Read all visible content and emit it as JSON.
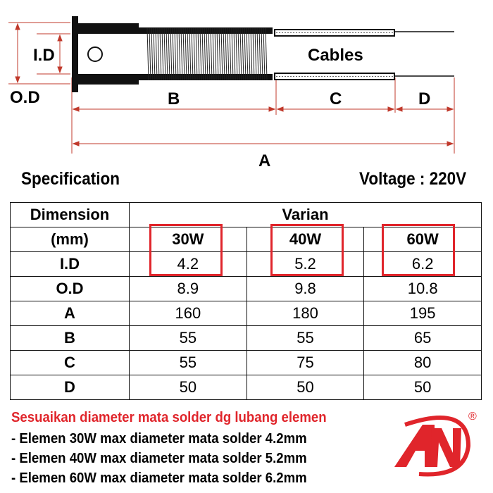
{
  "diagram": {
    "labels": {
      "id": "I.D",
      "od": "O.D",
      "cables": "Cables",
      "a": "A",
      "b": "B",
      "c": "C",
      "d": "D"
    }
  },
  "spec": {
    "title": "Specification",
    "voltage": "Voltage : 220V"
  },
  "table": {
    "header_dimension": "Dimension",
    "header_unit": "(mm)",
    "header_varian": "Varian",
    "variants": [
      "30W",
      "40W",
      "60W"
    ],
    "rows": [
      {
        "label": "I.D",
        "values": [
          "4.2",
          "5.2",
          "6.2"
        ]
      },
      {
        "label": "O.D",
        "values": [
          "8.9",
          "9.8",
          "10.8"
        ]
      },
      {
        "label": "A",
        "values": [
          "160",
          "180",
          "195"
        ]
      },
      {
        "label": "B",
        "values": [
          "55",
          "55",
          "65"
        ]
      },
      {
        "label": "C",
        "values": [
          "55",
          "75",
          "80"
        ]
      },
      {
        "label": "D",
        "values": [
          "50",
          "50",
          "50"
        ]
      }
    ]
  },
  "notes": {
    "headline": "Sesuaikan diameter mata solder dg lubang elemen",
    "items": [
      "- Elemen 30W max diameter mata solder 4.2mm",
      "- Elemen 40W max diameter mata solder 5.2mm",
      "- Elemen 60W max diameter mata solder 6.2mm"
    ]
  },
  "logo": {
    "text": "AN",
    "registered": "®"
  },
  "colors": {
    "accent": "#e0252b",
    "dimension": "#c0392b"
  }
}
